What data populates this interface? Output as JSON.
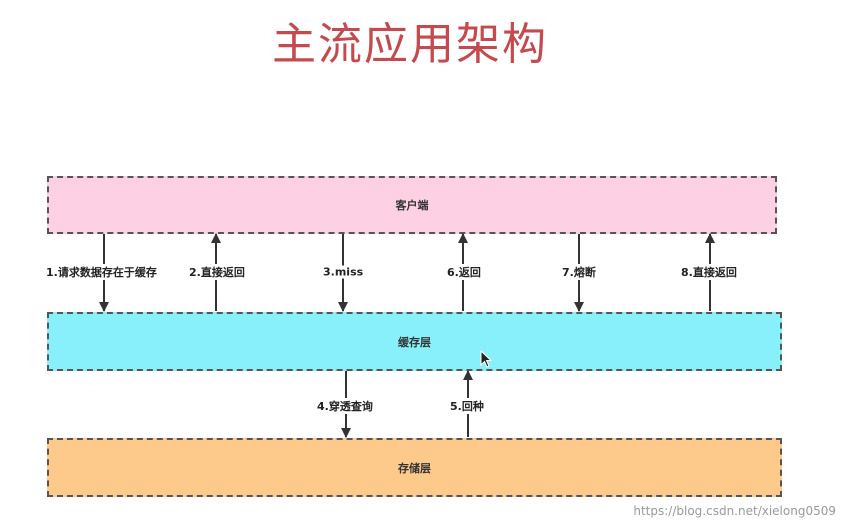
{
  "title": "主流应用架构",
  "layers": {
    "client": "客户端",
    "cache": "缓存层",
    "storage": "存储层"
  },
  "flows": [
    {
      "label": "1.请求数据存在于缓存",
      "direction": "down"
    },
    {
      "label": "2.直接返回",
      "direction": "up"
    },
    {
      "label": "3.miss",
      "direction": "down"
    },
    {
      "label": "6.返回",
      "direction": "up"
    },
    {
      "label": "7.熔断",
      "direction": "down"
    },
    {
      "label": "8.直接返回",
      "direction": "up"
    },
    {
      "label": "4.穿透查询",
      "direction": "down"
    },
    {
      "label": "5.回种",
      "direction": "up"
    }
  ],
  "watermark": "https://blog.csdn.net/xielong0509",
  "colors": {
    "title": "#c44a4e",
    "client": "#fdd0e4",
    "cache": "#87f0fb",
    "storage": "#fdca8c"
  }
}
